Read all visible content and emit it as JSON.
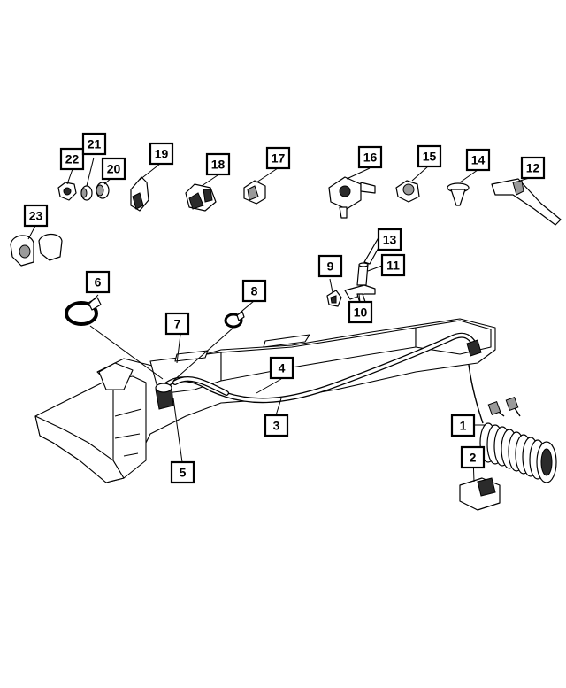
{
  "callouts": {
    "c1": "1",
    "c2": "2",
    "c3": "3",
    "c4": "4",
    "c5": "5",
    "c6": "6",
    "c7": "7",
    "c8": "8",
    "c9": "9",
    "c10": "10",
    "c11": "11",
    "c12": "12",
    "c13": "13",
    "c14": "14",
    "c15": "15",
    "c16": "16",
    "c17": "17",
    "c18": "18",
    "c19": "19",
    "c20": "20",
    "c21": "21",
    "c22": "22",
    "c23": "23"
  },
  "colors": {
    "ink": "#000000",
    "paper": "#ffffff",
    "shade": "#2b2b2b"
  }
}
